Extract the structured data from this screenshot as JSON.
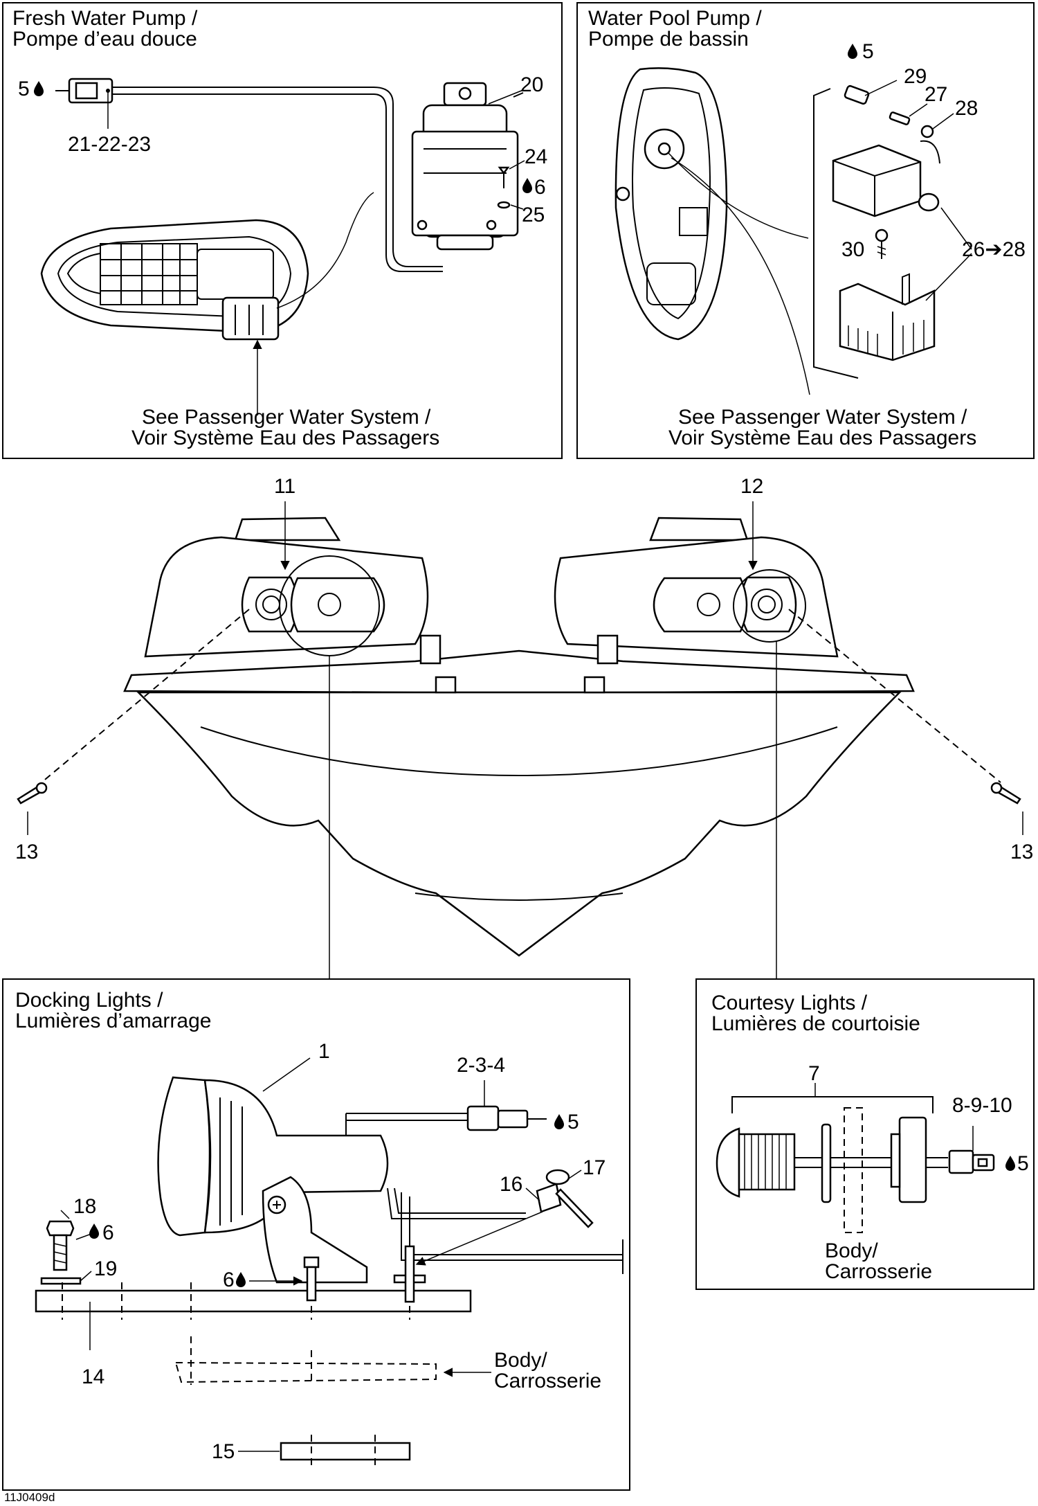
{
  "panels": {
    "fresh_water_pump": {
      "title_en": "Fresh Water Pump /",
      "title_fr": "Pompe d’eau douce",
      "see_en": "See Passenger Water System /",
      "see_fr": "Voir Système Eau des Passagers"
    },
    "water_pool_pump": {
      "title_en": "Water Pool Pump /",
      "title_fr": "Pompe de bassin",
      "see_en": "See Passenger Water System /",
      "see_fr": "Voir Système Eau des Passagers"
    },
    "docking_lights": {
      "title_en": "Docking Lights /",
      "title_fr": "Lumières d’amarrage",
      "body_en": "Body/",
      "body_fr": "Carrosserie"
    },
    "courtesy_lights": {
      "title_en": "Courtesy Lights /",
      "title_fr": "Lumières de courtoisie",
      "body_en": "Body/",
      "body_fr": "Carrosserie"
    }
  },
  "callouts": {
    "c1": "1",
    "c2_3_4": "2-3-4",
    "c5_a": "5",
    "c5_b": "5",
    "c5_c": "5",
    "c5_d": "5",
    "c6_a": "6",
    "c6_b": "6",
    "c6_c": "6",
    "c7": "7",
    "c8_9_10": "8-9-10",
    "c11": "11",
    "c12": "12",
    "c13_left": "13",
    "c13_right": "13",
    "c14": "14",
    "c15": "15",
    "c16": "16",
    "c17": "17",
    "c18": "18",
    "c19": "19",
    "c20": "20",
    "c21_22_23": "21-22-23",
    "c24": "24",
    "c25": "25",
    "c26_28": "26➔28",
    "c27": "27",
    "c28": "28",
    "c29": "29",
    "c30": "30"
  },
  "figure_code": "11J0409d",
  "icons": [
    "sealant-drop-icon"
  ]
}
